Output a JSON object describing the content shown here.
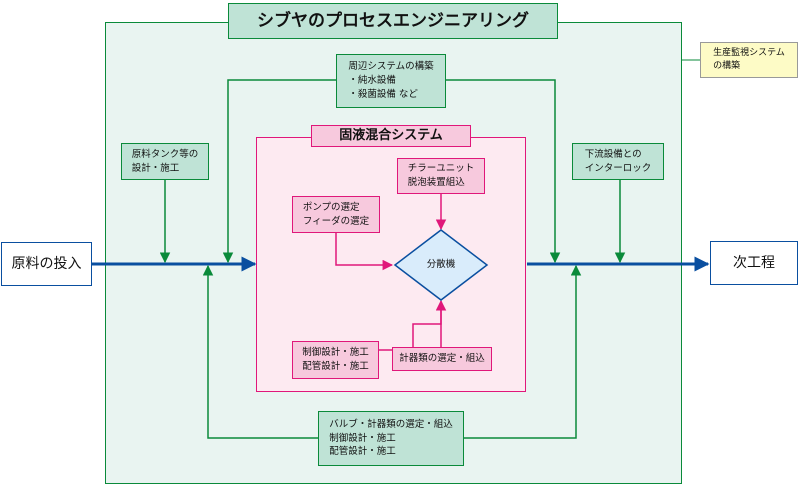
{
  "title": "シブヤのプロセスエンジニアリング",
  "inner_title": "固液混合システム",
  "input_label": "原料の投入",
  "output_label": "次工程",
  "center_label": "分散機",
  "note": [
    "生産監視システム",
    "の構築"
  ],
  "boxes": {
    "peripheral": [
      "周辺システムの構築",
      "・純水設備",
      "・殺菌設備 など"
    ],
    "raw_tank": [
      "原料タンク等の",
      "設計・施工"
    ],
    "downstream": [
      "下流設備との",
      "インターロック"
    ],
    "chiller": [
      "チラーユニット",
      "脱泡装置組込"
    ],
    "pump": [
      "ポンプの選定",
      "フィーダの選定"
    ],
    "control_inner": [
      "制御設計・施工",
      "配管設計・施工"
    ],
    "instrument": [
      "計器類の選定・組込"
    ],
    "valve": [
      "バルブ・計器類の選定・組込",
      "制御設計・施工",
      "配管設計・施工"
    ]
  },
  "colors": {
    "green_border": "#0a8a3a",
    "green_fill": "#bfe3d6",
    "outer_fill": "#e9f4f1",
    "pink_border": "#e0177a",
    "pink_fill": "#f7c9dd",
    "inner_fill": "#fdeaf1",
    "blue_flow": "#0a4fa0",
    "diamond_fill": "#d9ecfb",
    "note_fill": "#fdfbc6"
  }
}
